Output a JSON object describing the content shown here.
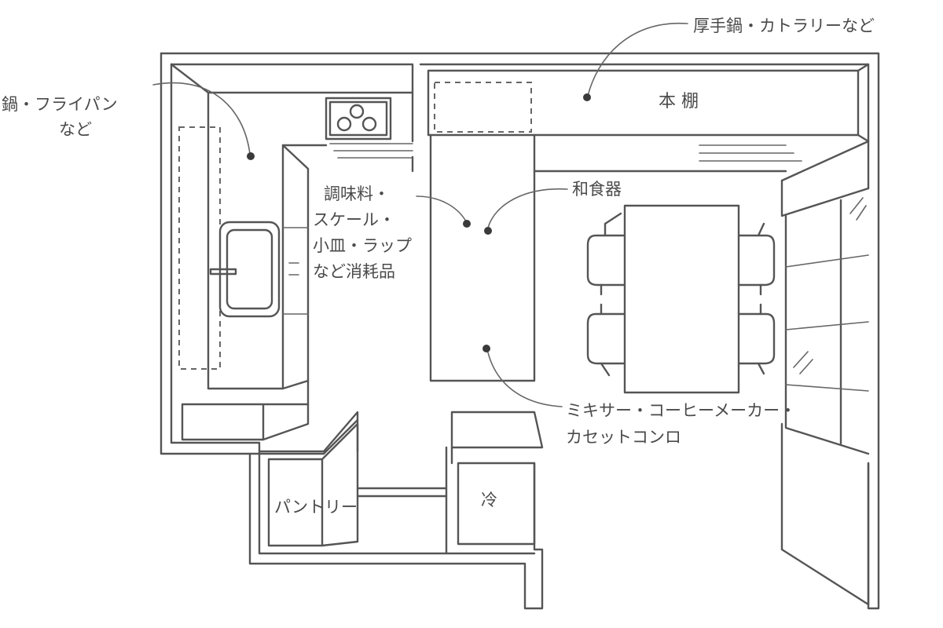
{
  "labels": {
    "pots_pans": [
      "鍋・フライパン",
      "など"
    ],
    "heavy_pots": "厚手鍋・カトラリーなど",
    "bookshelf": "本 棚",
    "seasonings": [
      "調味料・",
      "スケール・",
      "小皿・ラップ",
      "など消耗品"
    ],
    "japanese_tableware": "和食器",
    "appliances": [
      "ミキサー・コーヒーメーカー・",
      "カセットコンロ"
    ],
    "pantry": "パントリー",
    "fridge": "冷"
  },
  "colors": {
    "line": "#555555",
    "text": "#4a4a4a",
    "background": "#ffffff"
  }
}
